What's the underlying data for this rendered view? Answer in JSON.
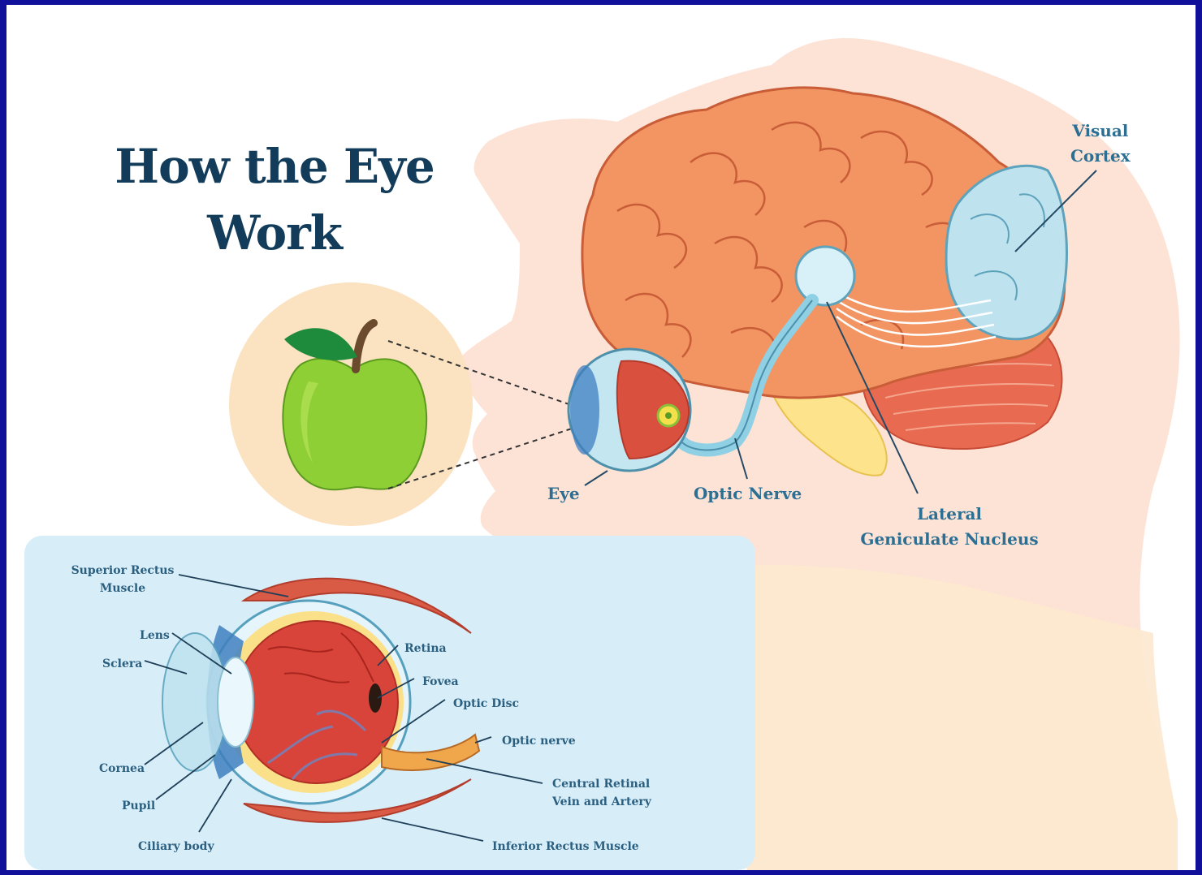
{
  "title": {
    "line1": "How the Eye",
    "line2": "Work"
  },
  "labels": {
    "visual_cortex": [
      "Visual",
      "Cortex"
    ],
    "eye": "Eye",
    "optic_nerve": "Optic Nerve",
    "lgn": [
      "Lateral",
      "Geniculate Nucleus"
    ]
  },
  "inset_labels": {
    "superior_rectus": [
      "Superior Rectus",
      "Muscle"
    ],
    "lens": "Lens",
    "sclera": "Sclera",
    "cornea": "Cornea",
    "pupil": "Pupil",
    "ciliary_body": "Ciliary body",
    "retina": "Retina",
    "fovea": "Fovea",
    "optic_disc": "Optic Disc",
    "optic_nerve": "Optic nerve",
    "central_retinal": [
      "Central Retinal",
      "Vein and Artery"
    ],
    "inferior_rectus": "Inferior Rectus Muscle"
  },
  "colors": {
    "frame": "#10109a",
    "head": "#fde4d8",
    "brain": "#f2905e",
    "visual_cortex": "#b9e2ee",
    "inset_panel": "#d6eefa",
    "apple": "#8ccd34",
    "label": "#2d6f92",
    "title": "#123c5a"
  }
}
